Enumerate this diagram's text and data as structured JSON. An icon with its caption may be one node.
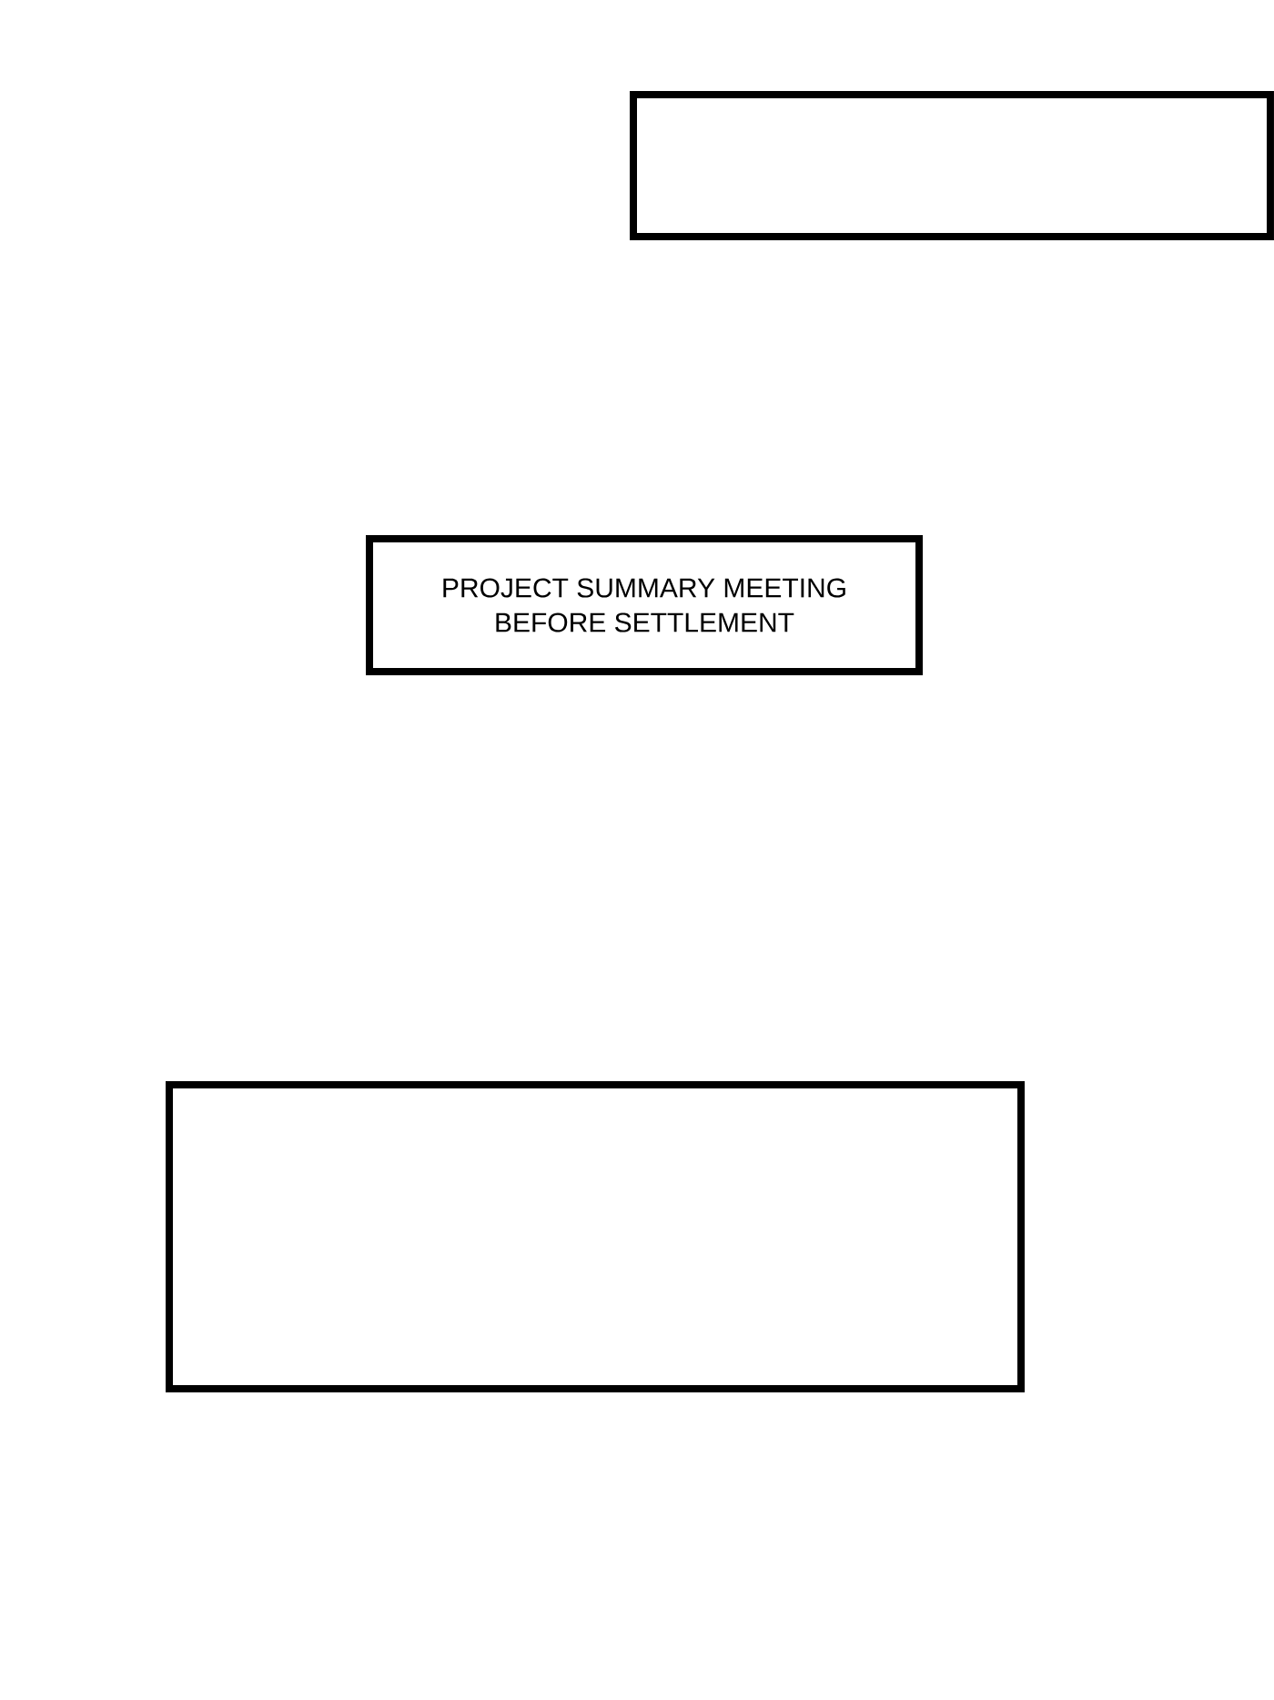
{
  "diagram": {
    "nodes": [
      {
        "text": [],
        "shape": "box"
      },
      {
        "text": [
          "PROJECT SUMMARY MEETING BEFORE SETTLEMENT"
        ]
      },
      {
        "text": [],
        "shape": "box"
      }
    ]
  }
}
